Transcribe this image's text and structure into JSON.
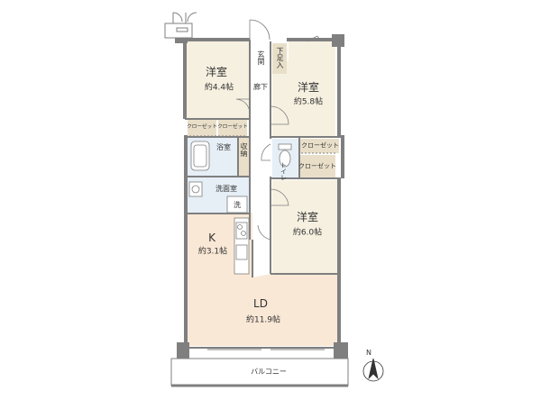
{
  "rooms": {
    "western_nw": {
      "name": "洋室",
      "area": "約4.4帖"
    },
    "western_ne": {
      "name": "洋室",
      "area": "約5.8帖"
    },
    "western_e": {
      "name": "洋室",
      "area": "約6.0帖"
    },
    "kitchen": {
      "name": "K",
      "area": "約3.1帖"
    },
    "living_dining": {
      "name": "LD",
      "area": "約11.9帖"
    }
  },
  "labels": {
    "entrance": "玄関",
    "shoe_storage": "下足入",
    "hallway": "廊下",
    "closet_1": "クローゼット",
    "closet_2": "クローゼット",
    "closet_ne": "クローゼット",
    "closet_e": "クローゼット",
    "bathroom": "浴室",
    "storage": "収納",
    "washroom": "洗面室",
    "washer": "洗",
    "toilet": "トイレ",
    "balcony": "バルコニー",
    "north": "N"
  },
  "colors": {
    "wall": "#7f7f7f",
    "room_floor": "#f6f0e1",
    "ld_floor": "#fae8d6",
    "closet_floor": "#e9dfc9",
    "wet_floor": "#e6eef6",
    "hall_floor": "#ffffff"
  }
}
